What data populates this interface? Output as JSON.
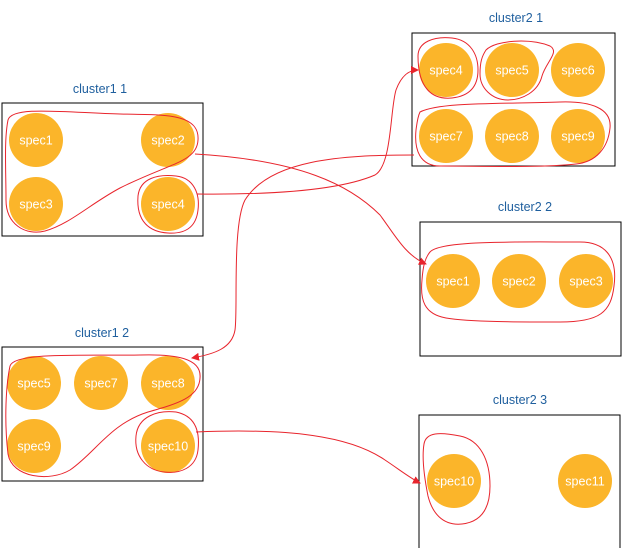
{
  "colors": {
    "box_stroke": "#000000",
    "title": "#1f5f9e",
    "node_fill": "#fbb52a",
    "node_text": "#ffffff",
    "link": "#e8252d"
  },
  "clusters": {
    "c1_1": {
      "title": "cluster1  1",
      "nodes": {
        "spec1": "spec1",
        "spec2": "spec2",
        "spec3": "spec3",
        "spec4": "spec4"
      }
    },
    "c1_2": {
      "title": "cluster1  2",
      "nodes": {
        "spec5": "spec5",
        "spec7": "spec7",
        "spec8": "spec8",
        "spec9": "spec9",
        "spec10": "spec10"
      }
    },
    "c2_1": {
      "title": "cluster2  1",
      "nodes": {
        "spec4": "spec4",
        "spec5": "spec5",
        "spec6": "spec6",
        "spec7": "spec7",
        "spec8": "spec8",
        "spec9": "spec9"
      }
    },
    "c2_2": {
      "title": "cluster2  2",
      "nodes": {
        "spec1": "spec1",
        "spec2": "spec2",
        "spec3": "spec3"
      }
    },
    "c2_3": {
      "title": "cluster2  3",
      "nodes": {
        "spec10": "spec10",
        "spec11": "spec11"
      }
    }
  }
}
